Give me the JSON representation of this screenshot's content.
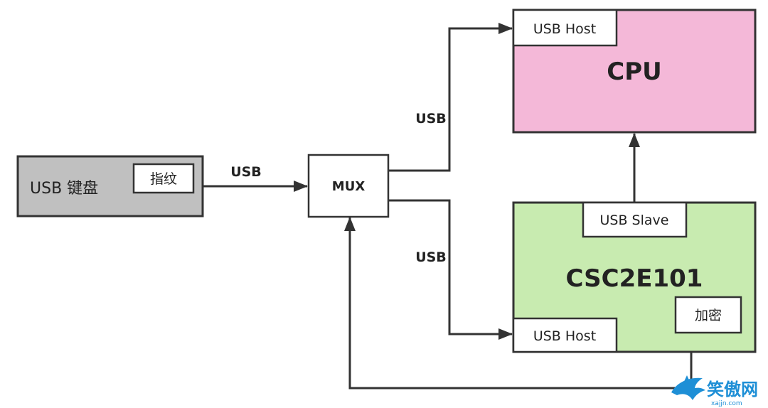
{
  "keyboard": {
    "label": "USB 键盘",
    "badge": "指纹"
  },
  "mux": {
    "label": "MUX"
  },
  "cpu": {
    "label": "CPU",
    "port": "USB Host"
  },
  "csc": {
    "label": "CSC2E101",
    "port_slave": "USB Slave",
    "port_host": "USB Host",
    "badge": "加密"
  },
  "connections": {
    "kbd_to_mux": "USB",
    "mux_to_cpu": "USB",
    "mux_to_csc": "USB"
  },
  "watermark": {
    "text": "笑傲网",
    "url": "xajjn.com"
  },
  "colors": {
    "keyboard_fill": "#c0c0c0",
    "cpu_fill": "#f4b8d8",
    "csc_fill": "#c8ebb0",
    "stroke": "#333333",
    "watermark": "#1e8fd6"
  }
}
